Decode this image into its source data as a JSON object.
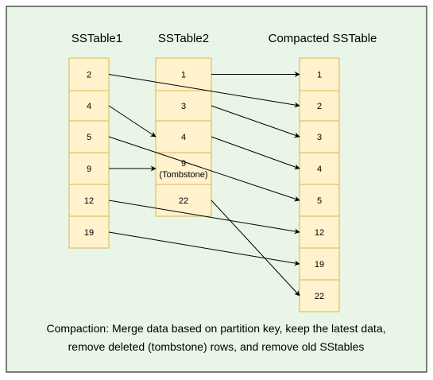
{
  "colors": {
    "panel_fill": "#e9f5e6",
    "panel_stroke": "#000000",
    "cell_fill": "#fff2cc",
    "cell_stroke": "#d6b656",
    "arrow": "#000000"
  },
  "sstable1": {
    "title": "SSTable1",
    "rows": [
      "2",
      "4",
      "5",
      "9",
      "12",
      "19"
    ]
  },
  "sstable2": {
    "title": "SSTable2",
    "rows": [
      "1",
      "3",
      "4",
      "9",
      "22"
    ],
    "tombstone_label": "(Tombstone)"
  },
  "compacted": {
    "title": "Compacted SSTable",
    "rows": [
      "1",
      "2",
      "3",
      "4",
      "5",
      "12",
      "19",
      "22"
    ]
  },
  "caption": {
    "line1": "Compaction: Merge data based on partition key, keep the latest data,",
    "line2": "remove deleted (tombstone) rows, and remove old SStables"
  }
}
